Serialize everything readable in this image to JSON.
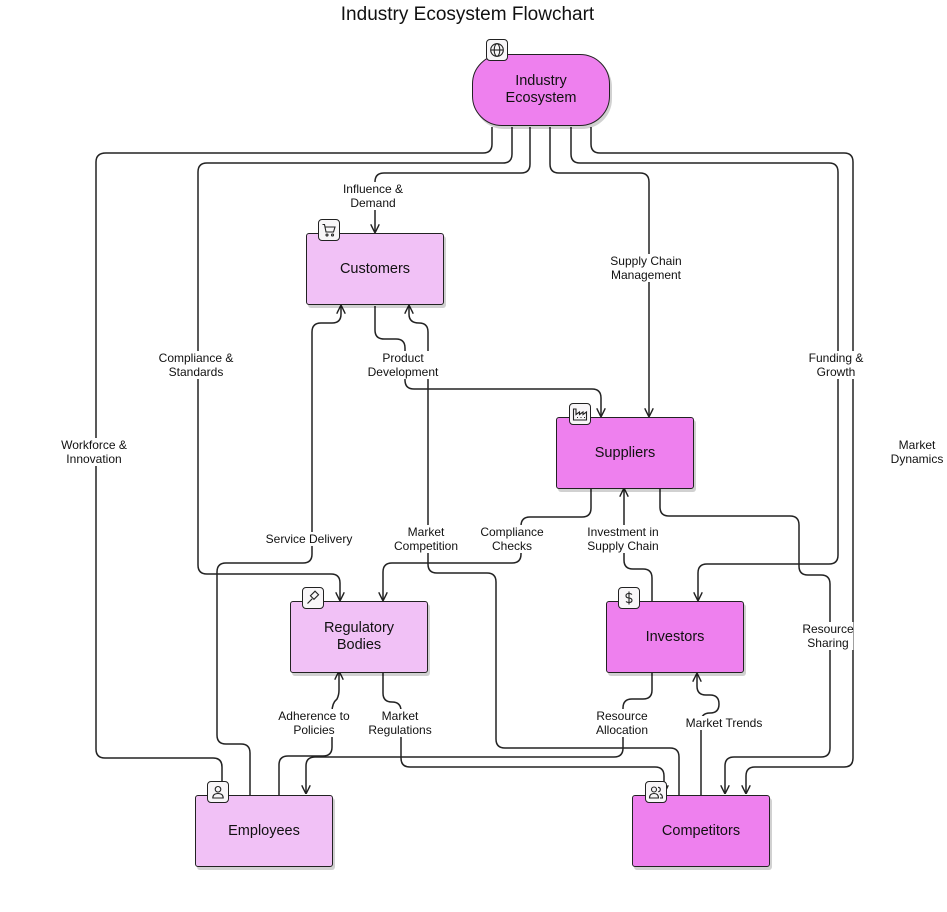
{
  "title": "Industry Ecosystem Flowchart",
  "colors": {
    "light_node": "#f1c1f6",
    "dark_node": "#ee80ee",
    "stroke": "#222222"
  },
  "nodes": {
    "industry": {
      "label": "Industry\nEcosystem",
      "icon": "globe-icon"
    },
    "customers": {
      "label": "Customers",
      "icon": "shopping-cart-icon"
    },
    "suppliers": {
      "label": "Suppliers",
      "icon": "factory-icon"
    },
    "regulatory": {
      "label": "Regulatory\nBodies",
      "icon": "gavel-icon"
    },
    "investors": {
      "label": "Investors",
      "icon": "dollar-icon"
    },
    "employees": {
      "label": "Employees",
      "icon": "user-icon"
    },
    "competitors": {
      "label": "Competitors",
      "icon": "users-icon"
    }
  },
  "edges": {
    "influence_demand": "Influence &\nDemand",
    "supply_chain_management": "Supply Chain\nManagement",
    "compliance_standards": "Compliance &\nStandards",
    "product_development": "Product\nDevelopment",
    "funding_growth": "Funding &\nGrowth",
    "workforce_innovation": "Workforce &\nInnovation",
    "market_dynamics": "Market\nDynamics",
    "service_delivery": "Service Delivery",
    "market_competition": "Market\nCompetition",
    "compliance_checks": "Compliance\nChecks",
    "investment_supply_chain": "Investment in\nSupply Chain",
    "resource_sharing": "Resource\nSharing",
    "adherence_policies": "Adherence to\nPolicies",
    "market_regulations": "Market\nRegulations",
    "resource_allocation": "Resource\nAllocation",
    "market_trends": "Market Trends"
  }
}
